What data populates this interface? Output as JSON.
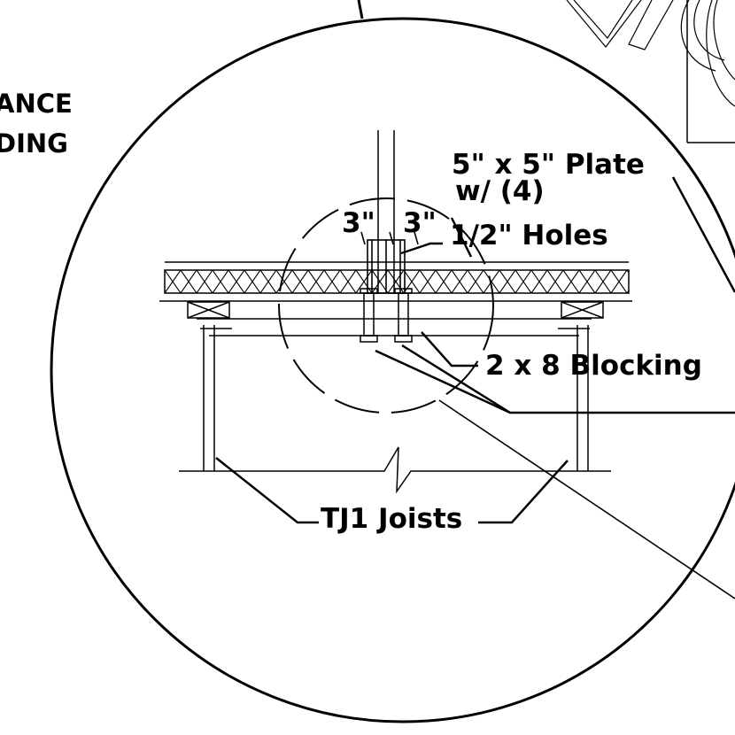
{
  "labels": {
    "plate_line1": "5\" x 5\" Plate",
    "plate_line2": "w/ (4)",
    "plate_line3": "1/2\" Holes",
    "dim_left": "3\"",
    "dim_right": "3\"",
    "blocking": "2 x 8 Blocking",
    "joists": "TJ1 Joists",
    "edge_line1": "ANCE",
    "edge_line2": "DING"
  },
  "colors": {
    "ink": "#000000",
    "paper": "#ffffff"
  }
}
